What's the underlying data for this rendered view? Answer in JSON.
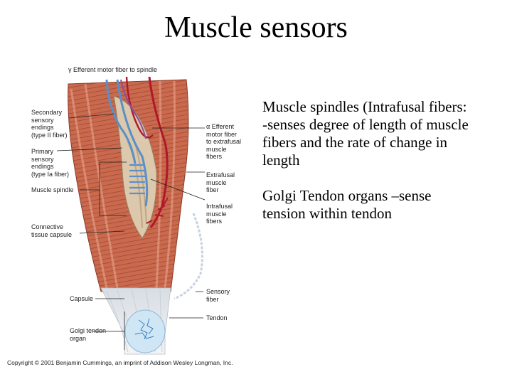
{
  "title": "Muscle sensors",
  "body": {
    "para1_line1": "Muscle spindles (Intrafusal fibers:",
    "para1_line2": "-senses degree of length of muscle",
    "para1_line3": "fibers and the rate of change in",
    "para1_line4": "length",
    "para2_line1": "Golgi Tendon organs –sense",
    "para2_line2": "tension within tendon"
  },
  "figure_labels": {
    "gamma_efferent": "γ Efferent motor fiber to spindle",
    "secondary": "Secondary\nsensory\nendings\n(type II fiber)",
    "primary": "Primary\nsensory\nendings\n(type Ia fiber)",
    "muscle_spindle": "Muscle spindle",
    "connective": "Connective\ntissue capsule",
    "alpha_efferent": "α Efferent\nmotor fiber\nto extrafusal\nmuscle\nfibers",
    "extrafusal": "Extrafusal\nmuscle\nfiber",
    "intrafusal": "Intrafusal\nmuscle\nfibers",
    "capsule": "Capsule",
    "sensory_fiber": "Sensory\nfiber",
    "tendon": "Tendon",
    "golgi": "Golgi tendon\norgan"
  },
  "copyright": "Copyright © 2001 Benjamin Cummings, an imprint of Addison Wesley Longman, Inc.",
  "colors": {
    "muscle": "#c8664a",
    "muscle_dark": "#a34a34",
    "spindle": "#d9c3a8",
    "blue_fiber": "#5a8fc8",
    "red_fiber": "#b0182a",
    "tendon": "#e9eef3"
  }
}
